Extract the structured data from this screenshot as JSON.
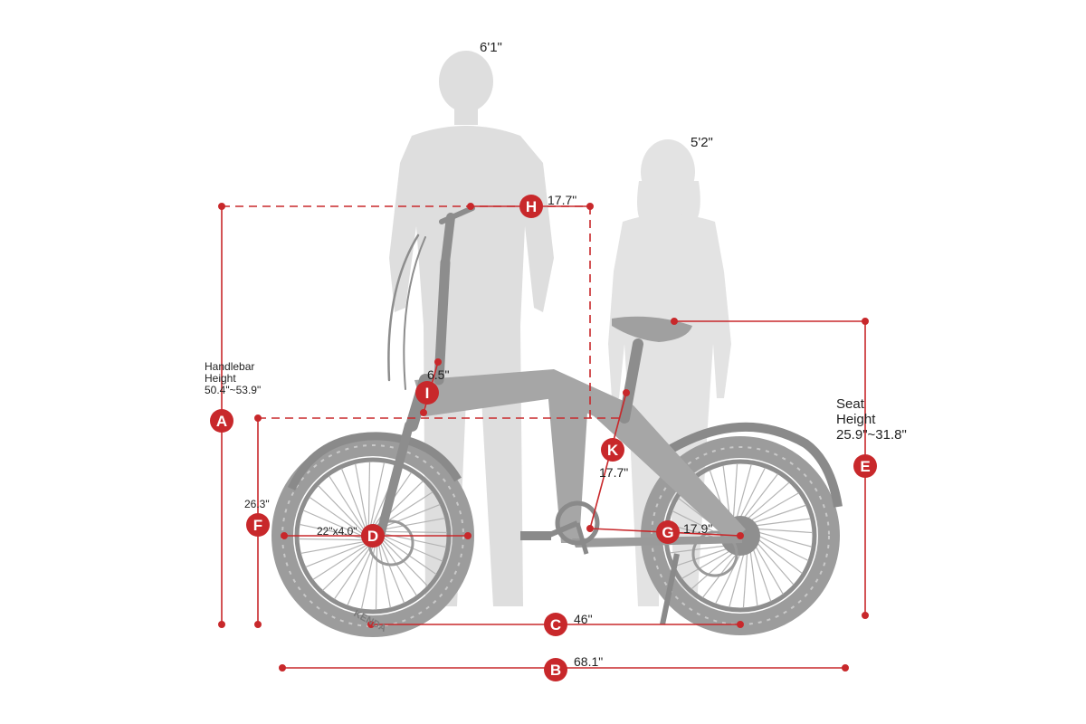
{
  "people": {
    "tall_height": "6'1\"",
    "short_height": "5'2\""
  },
  "dimensions": {
    "A": {
      "letter": "A",
      "label_lines": [
        "Handlebar",
        "Height",
        "50.4\"~53.9\""
      ]
    },
    "B": {
      "letter": "B",
      "value": "68.1\""
    },
    "C": {
      "letter": "C",
      "value": "46\""
    },
    "D": {
      "letter": "D",
      "value": "22\"x4.0\""
    },
    "E": {
      "letter": "E",
      "label_lines": [
        "Seat",
        "Height",
        "25.9\"~31.8\""
      ]
    },
    "F": {
      "letter": "F",
      "value": "26.3\""
    },
    "G": {
      "letter": "G",
      "value": "17.9\""
    },
    "H": {
      "letter": "H",
      "value": "17.7\""
    },
    "I": {
      "letter": "I",
      "value": "6.5\""
    },
    "K": {
      "letter": "K",
      "value": "17.7\""
    }
  },
  "tire_brand": "KENDA",
  "colors": {
    "accent": "#c8282b",
    "silhouette": "#dcdcdc",
    "bike": "#a9a9a9",
    "text": "#222222"
  }
}
